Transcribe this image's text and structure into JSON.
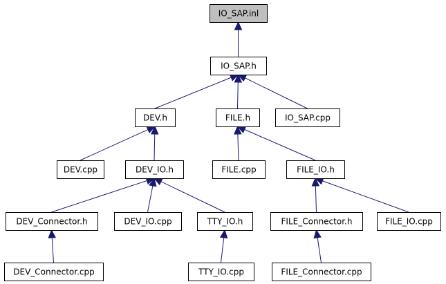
{
  "diagram": {
    "root": "IO_SAP.inl",
    "nodes": [
      {
        "id": "io_sap_inl",
        "label": "IO_SAP.inl",
        "root": true
      },
      {
        "id": "io_sap_h",
        "label": "IO_SAP.h"
      },
      {
        "id": "dev_h",
        "label": "DEV.h"
      },
      {
        "id": "file_h",
        "label": "FILE.h"
      },
      {
        "id": "io_sap_cpp",
        "label": "IO_SAP.cpp"
      },
      {
        "id": "dev_cpp",
        "label": "DEV.cpp"
      },
      {
        "id": "dev_io_h",
        "label": "DEV_IO.h"
      },
      {
        "id": "file_cpp",
        "label": "FILE.cpp"
      },
      {
        "id": "file_io_h",
        "label": "FILE_IO.h"
      },
      {
        "id": "dev_connector_h",
        "label": "DEV_Connector.h"
      },
      {
        "id": "dev_io_cpp",
        "label": "DEV_IO.cpp"
      },
      {
        "id": "tty_io_h",
        "label": "TTY_IO.h"
      },
      {
        "id": "file_connector_h",
        "label": "FILE_Connector.h"
      },
      {
        "id": "file_io_cpp",
        "label": "FILE_IO.cpp"
      },
      {
        "id": "dev_connector_cpp",
        "label": "DEV_Connector.cpp"
      },
      {
        "id": "tty_io_cpp",
        "label": "TTY_IO.cpp"
      },
      {
        "id": "file_connector_cpp",
        "label": "FILE_Connector.cpp"
      }
    ],
    "edges": [
      {
        "from": "io_sap_h",
        "to": "io_sap_inl"
      },
      {
        "from": "dev_h",
        "to": "io_sap_h"
      },
      {
        "from": "file_h",
        "to": "io_sap_h"
      },
      {
        "from": "io_sap_cpp",
        "to": "io_sap_h"
      },
      {
        "from": "dev_cpp",
        "to": "dev_h"
      },
      {
        "from": "dev_io_h",
        "to": "dev_h"
      },
      {
        "from": "file_cpp",
        "to": "file_h"
      },
      {
        "from": "file_io_h",
        "to": "file_h"
      },
      {
        "from": "dev_connector_h",
        "to": "dev_io_h"
      },
      {
        "from": "dev_io_cpp",
        "to": "dev_io_h"
      },
      {
        "from": "tty_io_h",
        "to": "dev_io_h"
      },
      {
        "from": "file_connector_h",
        "to": "file_io_h"
      },
      {
        "from": "file_io_cpp",
        "to": "file_io_h"
      },
      {
        "from": "dev_connector_cpp",
        "to": "dev_connector_h"
      },
      {
        "from": "tty_io_cpp",
        "to": "tty_io_h"
      },
      {
        "from": "file_connector_cpp",
        "to": "file_connector_h"
      }
    ],
    "colors": {
      "edge": "#191970",
      "root_fill": "#bfbfbf",
      "node_fill": "#ffffff"
    }
  }
}
